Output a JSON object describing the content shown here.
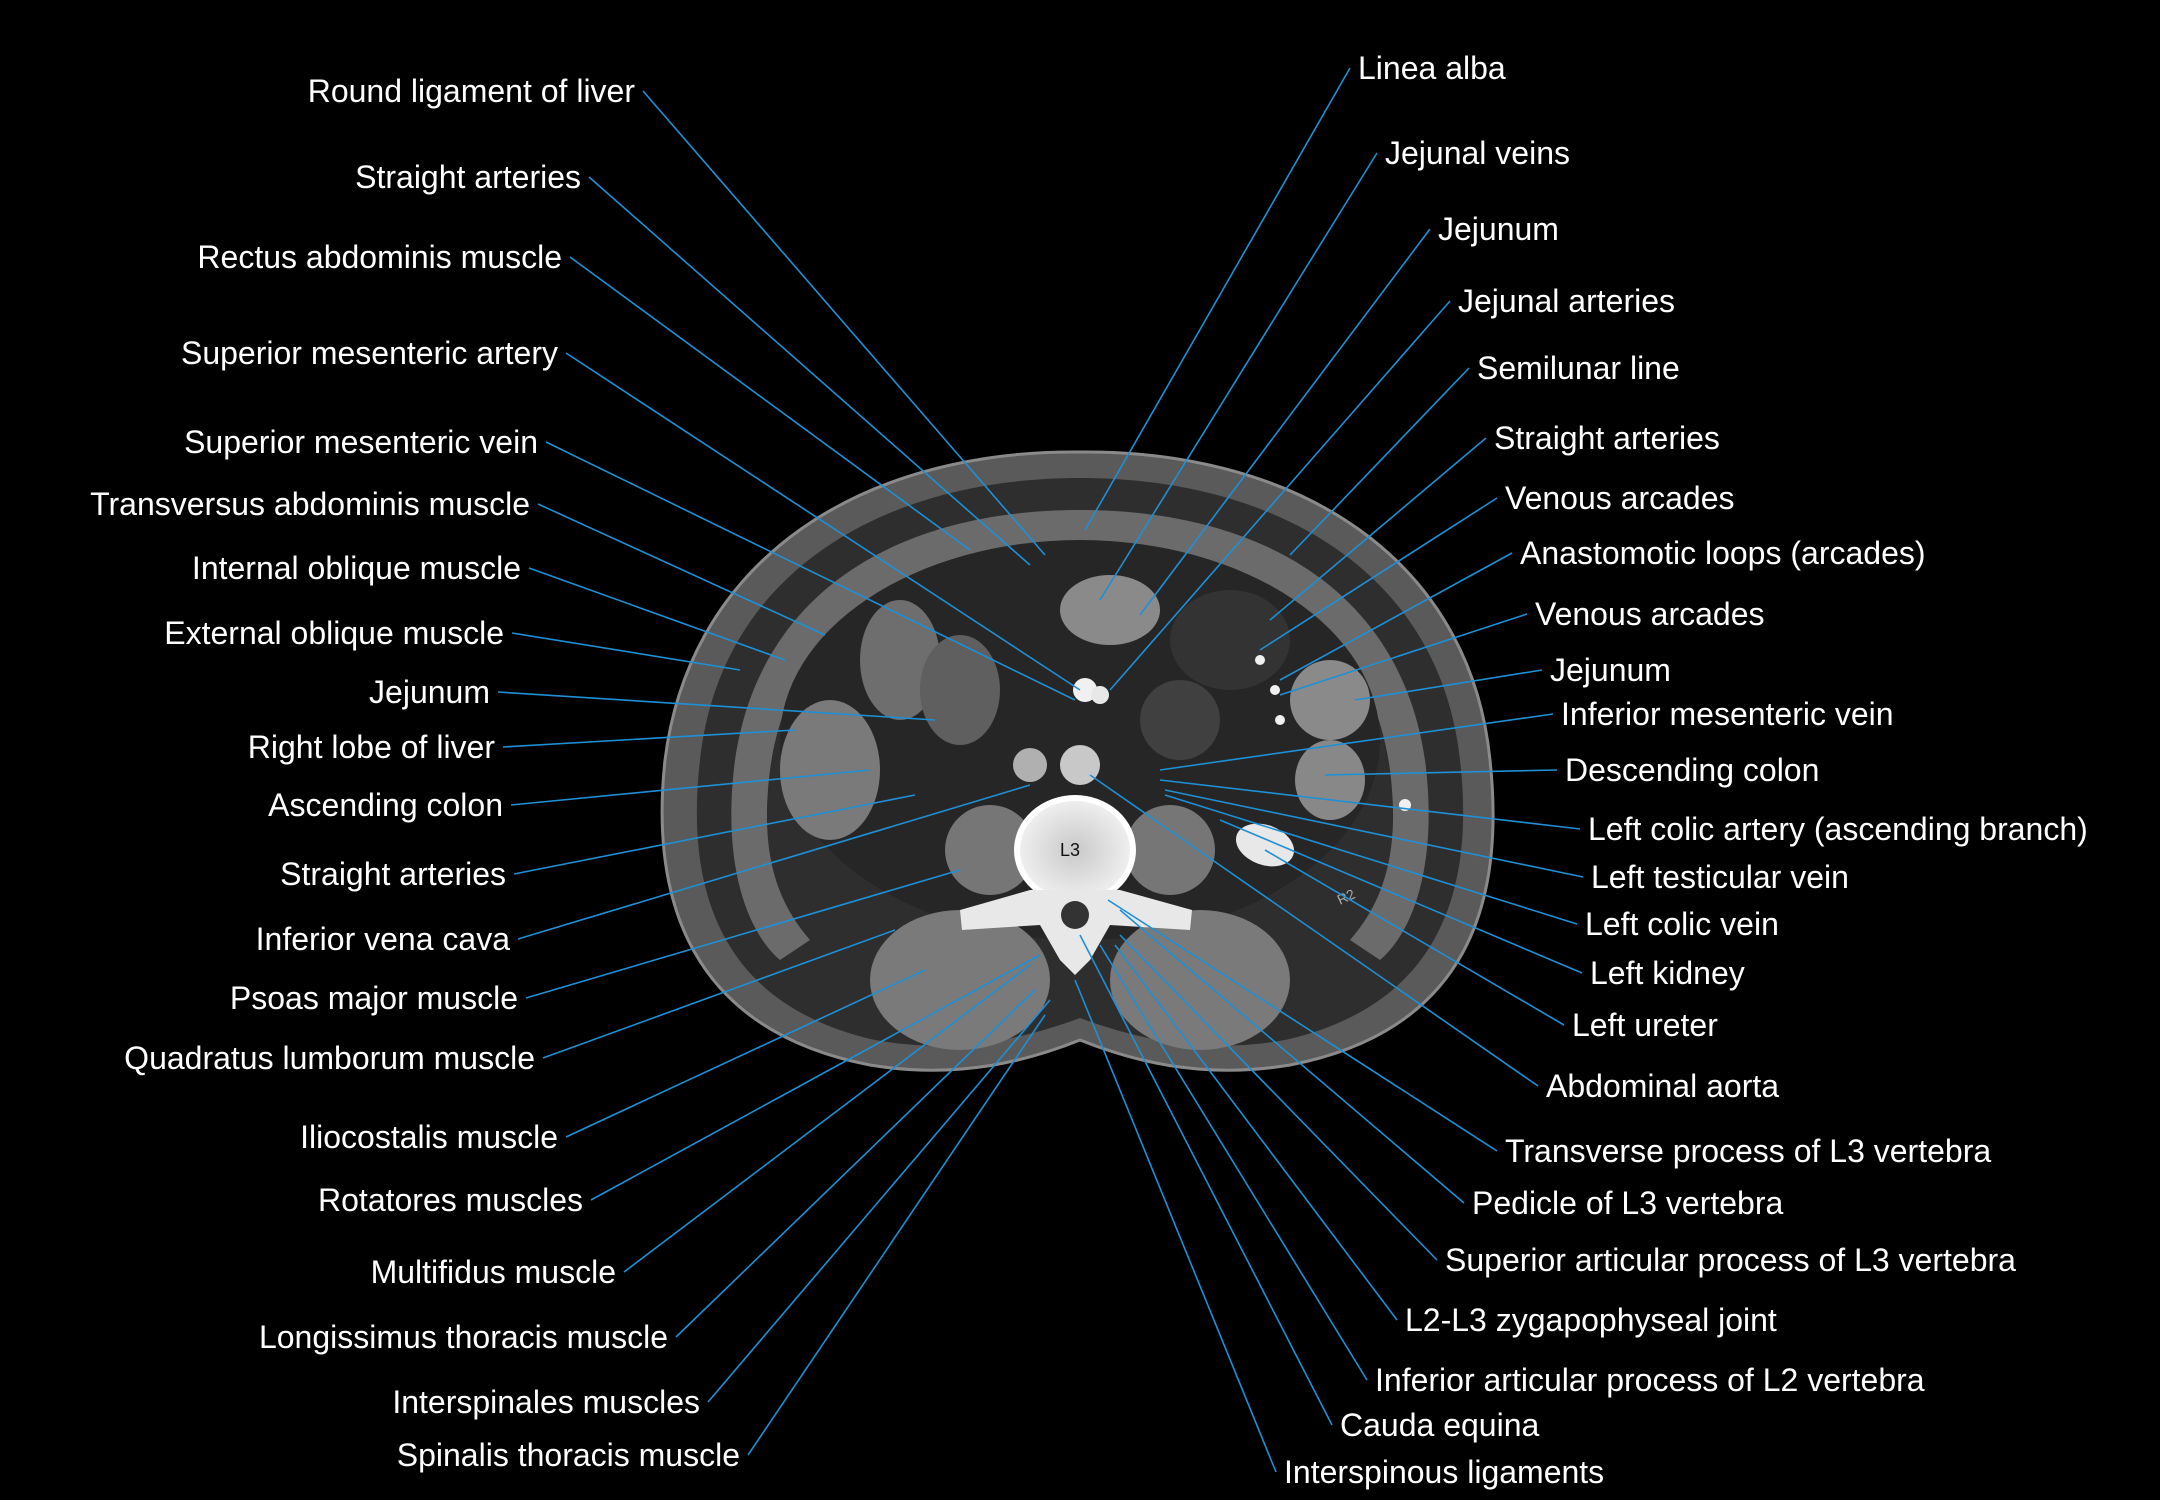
{
  "figure": {
    "vertebra_level": "L3",
    "orientation_marker": "R2",
    "line_color": "#1e90d6",
    "label_color": "#ffffff",
    "background": "#000000"
  },
  "labels_left": [
    "Round ligament of liver",
    "Straight arteries",
    "Rectus abdominis muscle",
    "Superior mesenteric artery",
    "Superior mesenteric vein",
    "Transversus abdominis muscle",
    "Internal oblique muscle",
    "External oblique muscle",
    "Jejunum",
    "Right lobe of liver",
    "Ascending colon",
    "Straight arteries",
    "Inferior vena cava",
    "Psoas major muscle",
    "Quadratus lumborum muscle",
    "Iliocostalis muscle",
    "Rotatores muscles",
    "Multifidus muscle",
    "Longissimus thoracis muscle",
    "Interspinales muscles",
    "Spinalis thoracis muscle"
  ],
  "labels_right": [
    "Linea alba",
    "Jejunal veins",
    "Jejunum",
    "Jejunal arteries",
    "Semilunar line",
    "Straight arteries",
    "Venous arcades",
    "Anastomotic loops (arcades)",
    "Venous arcades",
    "Jejunum",
    "Inferior mesenteric vein",
    "Descending colon",
    "Left colic  artery (ascending  branch)",
    "Left testicular vein",
    "Left colic vein",
    "Left kidney",
    "Left ureter",
    "Abdominal aorta",
    "Transverse process of L3 vertebra",
    "Pedicle of L3 vertebra",
    "Superior articular process of L3 vertebra",
    "L2-L3 zygapophyseal joint",
    "Inferior articular process of L2 vertebra",
    "Cauda equina",
    "Interspinous ligaments"
  ]
}
